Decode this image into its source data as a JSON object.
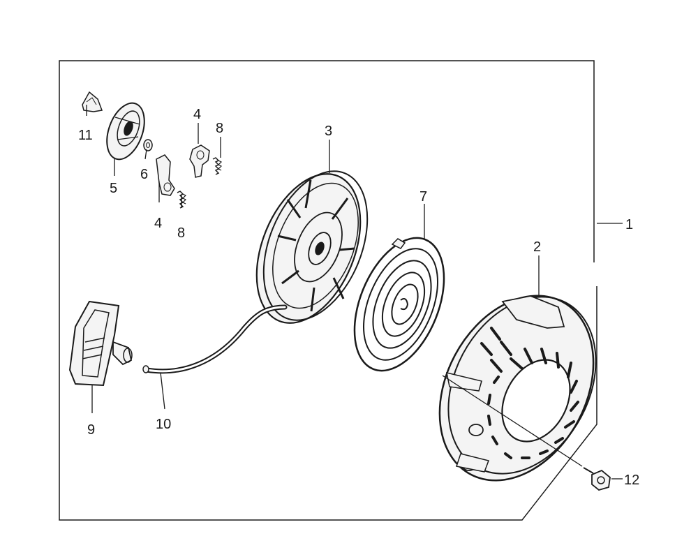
{
  "callouts": [
    {
      "id": "1",
      "text": "1"
    },
    {
      "id": "2",
      "text": "2"
    },
    {
      "id": "3",
      "text": "3"
    },
    {
      "id": "4a",
      "text": "4"
    },
    {
      "id": "4b",
      "text": "4"
    },
    {
      "id": "5",
      "text": "5"
    },
    {
      "id": "6",
      "text": "6"
    },
    {
      "id": "7",
      "text": "7"
    },
    {
      "id": "8a",
      "text": "8"
    },
    {
      "id": "8b",
      "text": "8"
    },
    {
      "id": "9",
      "text": "9"
    },
    {
      "id": "10",
      "text": "10"
    },
    {
      "id": "11",
      "text": "11"
    },
    {
      "id": "12",
      "text": "12"
    }
  ],
  "colors": {
    "ink": "#1a1a1a",
    "background": "#ffffff"
  }
}
